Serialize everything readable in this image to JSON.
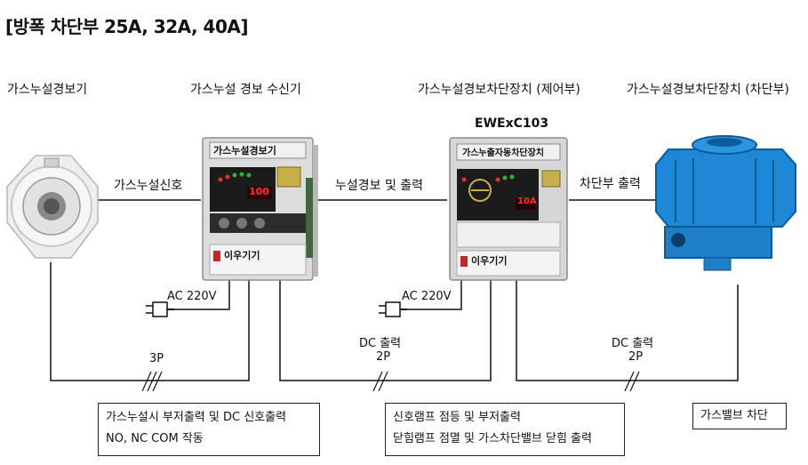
{
  "title": "[방폭 차단부 25A, 32A, 40A]",
  "devices": {
    "detector_label": "가스누설경보기",
    "receiver_label": "가스누설 경보 수신기",
    "controller_label": "가스누설경보차단장치 (제어부)",
    "shutoff_label": "가스누설경보차단장치 (차단부)",
    "controller_model": "EWExC103"
  },
  "device_panels": {
    "receiver_panel_title": "가스누설경보기",
    "receiver_brand": "이우기기",
    "receiver_display": "100",
    "controller_panel_title": "가스누출자동차단장치",
    "controller_brand": "이우기기",
    "controller_display": "10A"
  },
  "flows": {
    "detector_to_receiver": "가스누설신호",
    "receiver_to_controller": "누설경보 및 출력",
    "controller_to_shutoff": "차단부 출력"
  },
  "power": {
    "receiver_ac": "AC 220V",
    "controller_ac": "AC 220V"
  },
  "outputs": {
    "out1_wire": "3P",
    "out2_label": "DC 출력",
    "out2_wire": "2P",
    "out3_label": "DC 출력",
    "out3_wire": "2P"
  },
  "notes": {
    "box1_line1": "가스누설시 부저출력 및 DC 신호출력",
    "box1_line2": "NO, NC COM 작동",
    "box2_line1": "신호램프 점등 및 부저출력",
    "box2_line2": "닫힘램프 점멸 및 가스차단밸브 닫힘 출력",
    "box3_line1": "가스밸브 차단"
  },
  "colors": {
    "valve_blue": "#1f88d6",
    "panel_gray": "#d9d9d9",
    "display_dark": "#1b1b1b",
    "led_red": "#e23030",
    "led_green": "#2fae3a"
  }
}
